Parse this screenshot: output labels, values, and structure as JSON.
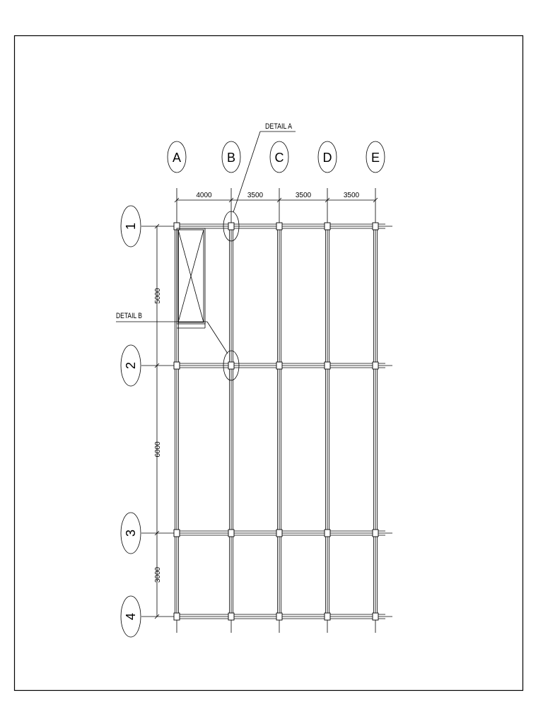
{
  "drawing": {
    "grid_columns": [
      "A",
      "B",
      "C",
      "D",
      "E"
    ],
    "grid_rows": [
      "1",
      "2",
      "3",
      "4"
    ],
    "column_spacings": [
      "4000",
      "3500",
      "3500",
      "3500"
    ],
    "row_spacings": [
      "5000",
      "6000",
      "3000"
    ],
    "detail_a_label": "DETAIL A",
    "detail_b_label": "DETAIL B"
  }
}
